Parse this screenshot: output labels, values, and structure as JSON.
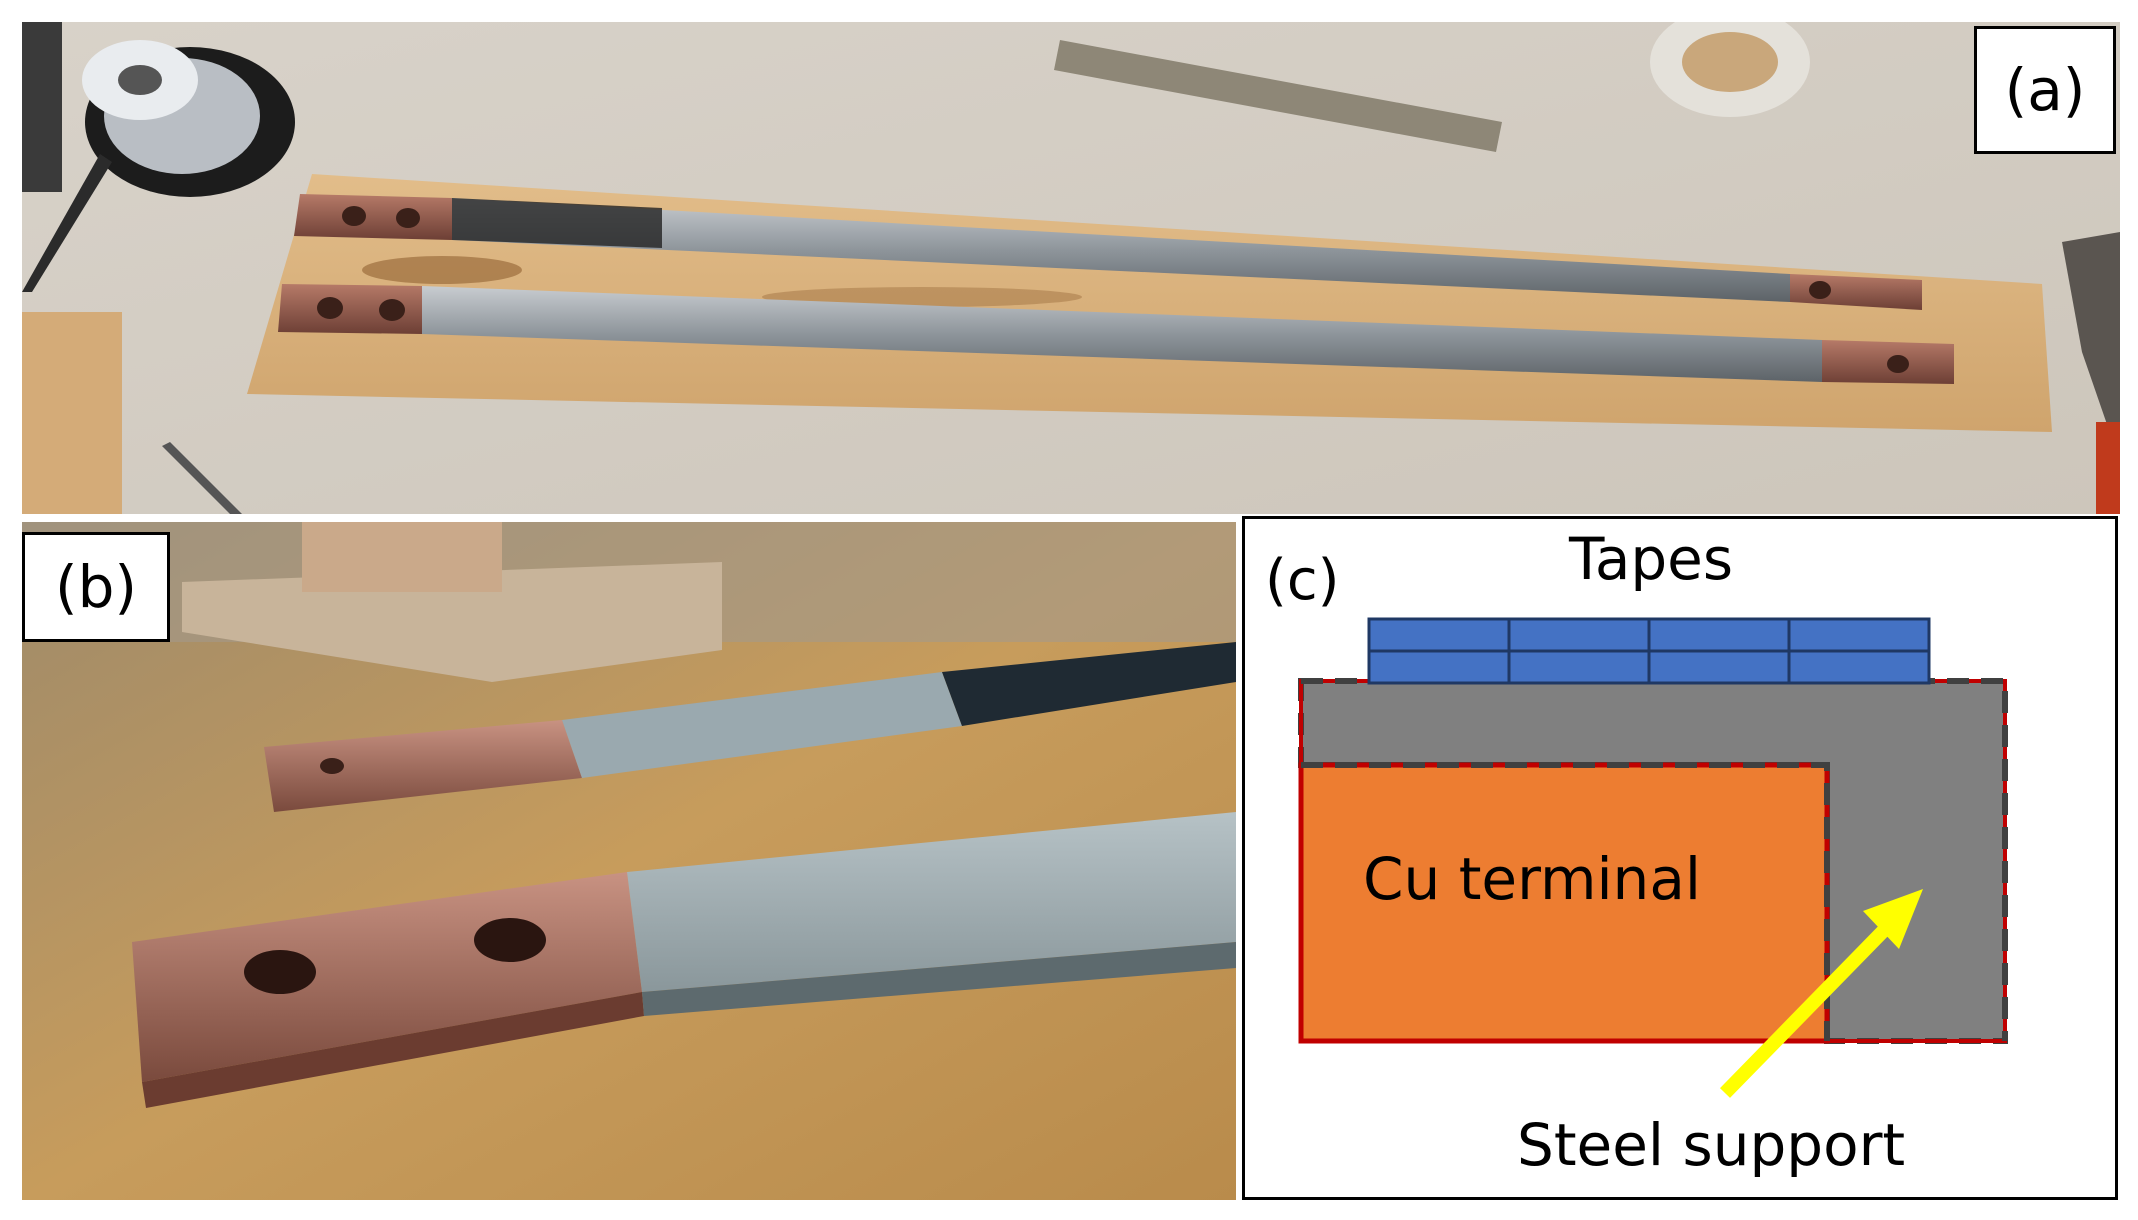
{
  "panels": {
    "a": {
      "label": "(a)"
    },
    "b": {
      "label": "(b)"
    },
    "c": {
      "label": "(c)",
      "tapes_label": "Tapes",
      "terminal_label": "Cu terminal",
      "support_label": "Steel support"
    }
  },
  "colors": {
    "tape_blue": "#4472c4",
    "tape_border": "#1f3864",
    "copper_orange": "#ed7d31",
    "copper_outline": "#c00000",
    "steel_gray": "#808080",
    "steel_dash": "#404040",
    "arrow_yellow": "#ffff00"
  }
}
